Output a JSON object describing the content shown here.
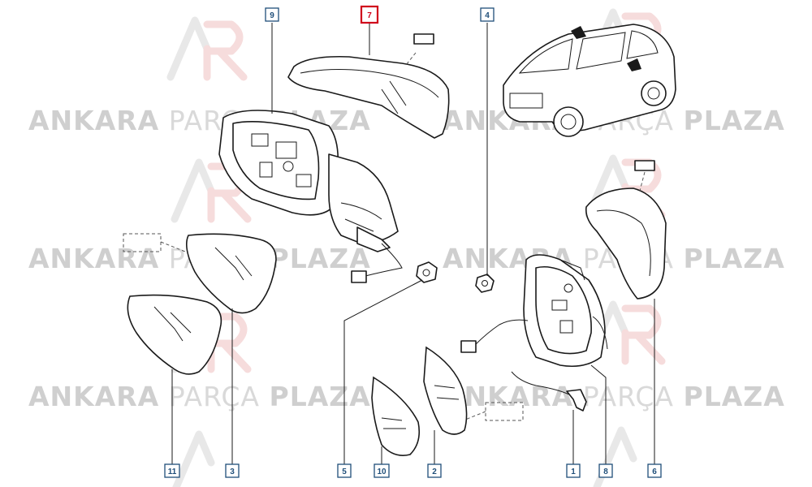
{
  "watermark": {
    "word1": "ANKARA",
    "word2": "PARÇA",
    "word3": "PLAZA"
  },
  "callouts": [
    {
      "id": "c9",
      "label": "9",
      "highlighted": false
    },
    {
      "id": "c7",
      "label": "7",
      "highlighted": true
    },
    {
      "id": "c4",
      "label": "4",
      "highlighted": false
    },
    {
      "id": "c11",
      "label": "11",
      "highlighted": false
    },
    {
      "id": "c3",
      "label": "3",
      "highlighted": false
    },
    {
      "id": "c5",
      "label": "5",
      "highlighted": false
    },
    {
      "id": "c10",
      "label": "10",
      "highlighted": false
    },
    {
      "id": "c2",
      "label": "2",
      "highlighted": false
    },
    {
      "id": "c1",
      "label": "1",
      "highlighted": false
    },
    {
      "id": "c8",
      "label": "8",
      "highlighted": false
    },
    {
      "id": "c6",
      "label": "6",
      "highlighted": false
    }
  ],
  "colors": {
    "callout_border": "#1f4e79",
    "highlight": "#d0021b",
    "watermark": "#cfcfcf"
  }
}
